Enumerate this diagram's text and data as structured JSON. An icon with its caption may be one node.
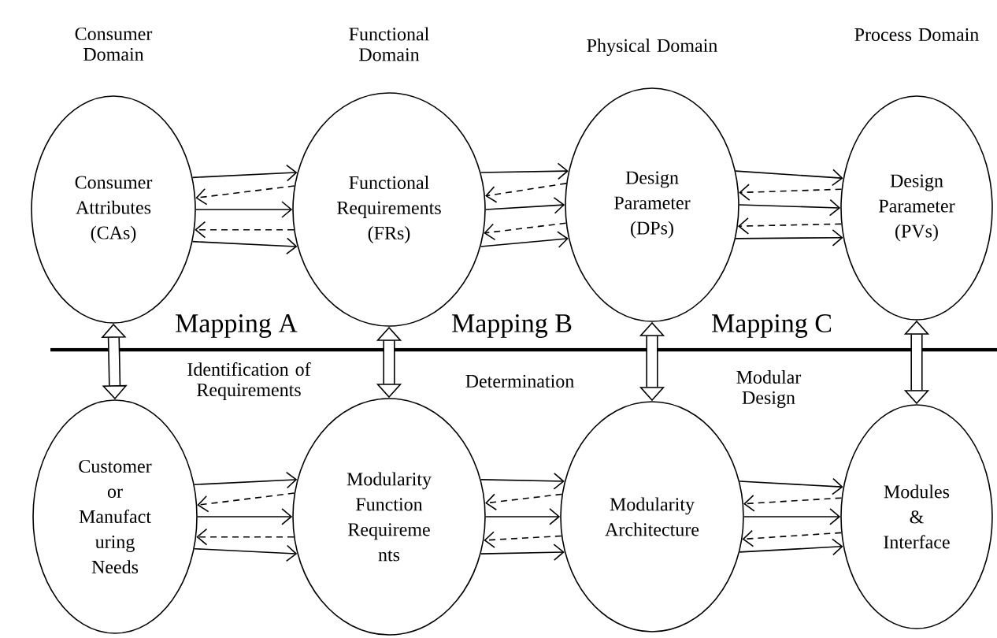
{
  "diagram": {
    "nodes": [
      {
        "text": [
          "Consumer Domain",
          "Consumer Attributes (CAs)"
        ]
      },
      {
        "text": [
          "Functional Domain",
          "Functional Requirements (FRs)"
        ]
      },
      {
        "text": [
          "Physical Domain",
          "Design Parameter (DPs)"
        ]
      },
      {
        "text": [
          "Process Domain",
          "Design Parameter (PVs)"
        ]
      },
      {
        "text": [
          "Customer or Manufact uring Needs"
        ]
      },
      {
        "text": [
          "Modularity Function Requireme nts"
        ]
      },
      {
        "text": [
          "Modularity Architecture"
        ]
      },
      {
        "text": [
          "Modules & Interface"
        ]
      }
    ],
    "edges": [
      {
        "from": 0,
        "to": 1,
        "arrow": "to"
      },
      {
        "from": 0,
        "to": 1,
        "arrow": "to"
      },
      {
        "from": 0,
        "to": 1,
        "arrow": "to"
      },
      {
        "from": 1,
        "to": 0,
        "arrow": "to",
        "style": "dashed"
      },
      {
        "from": 1,
        "to": 0,
        "arrow": "to",
        "style": "dashed"
      },
      {
        "from": 1,
        "to": 2,
        "arrow": "to"
      },
      {
        "from": 1,
        "to": 2,
        "arrow": "to"
      },
      {
        "from": 1,
        "to": 2,
        "arrow": "to"
      },
      {
        "from": 2,
        "to": 1,
        "arrow": "to",
        "style": "dashed"
      },
      {
        "from": 2,
        "to": 1,
        "arrow": "to",
        "style": "dashed"
      },
      {
        "from": 2,
        "to": 3,
        "arrow": "to"
      },
      {
        "from": 2,
        "to": 3,
        "arrow": "to"
      },
      {
        "from": 2,
        "to": 3,
        "arrow": "to"
      },
      {
        "from": 3,
        "to": 2,
        "arrow": "to",
        "style": "dashed"
      },
      {
        "from": 3,
        "to": 2,
        "arrow": "to",
        "style": "dashed"
      },
      {
        "from": 4,
        "to": 5,
        "arrow": "to"
      },
      {
        "from": 4,
        "to": 5,
        "arrow": "to"
      },
      {
        "from": 4,
        "to": 5,
        "arrow": "to"
      },
      {
        "from": 5,
        "to": 4,
        "arrow": "to",
        "style": "dashed"
      },
      {
        "from": 5,
        "to": 4,
        "arrow": "to",
        "style": "dashed"
      },
      {
        "from": 5,
        "to": 6,
        "arrow": "to"
      },
      {
        "from": 5,
        "to": 6,
        "arrow": "to"
      },
      {
        "from": 5,
        "to": 6,
        "arrow": "to"
      },
      {
        "from": 6,
        "to": 5,
        "arrow": "to",
        "style": "dashed"
      },
      {
        "from": 6,
        "to": 5,
        "arrow": "to",
        "style": "dashed"
      },
      {
        "from": 6,
        "to": 7,
        "arrow": "to"
      },
      {
        "from": 6,
        "to": 7,
        "arrow": "to"
      },
      {
        "from": 6,
        "to": 7,
        "arrow": "to"
      },
      {
        "from": 7,
        "to": 6,
        "arrow": "to",
        "style": "dashed"
      },
      {
        "from": 7,
        "to": 6,
        "arrow": "to",
        "style": "dashed"
      },
      {
        "from": 0,
        "to": 4,
        "arrow": "both",
        "style": "thick"
      },
      {
        "from": 1,
        "to": 5,
        "arrow": "both",
        "style": "thick"
      },
      {
        "from": 2,
        "to": 6,
        "arrow": "both",
        "style": "thick"
      },
      {
        "from": 3,
        "to": 7,
        "arrow": "both",
        "style": "thick"
      }
    ],
    "labels": [
      "Mapping A",
      "Mapping B",
      "Mapping C",
      "Identification of Requirements",
      "Determination",
      "Modular Design"
    ]
  }
}
